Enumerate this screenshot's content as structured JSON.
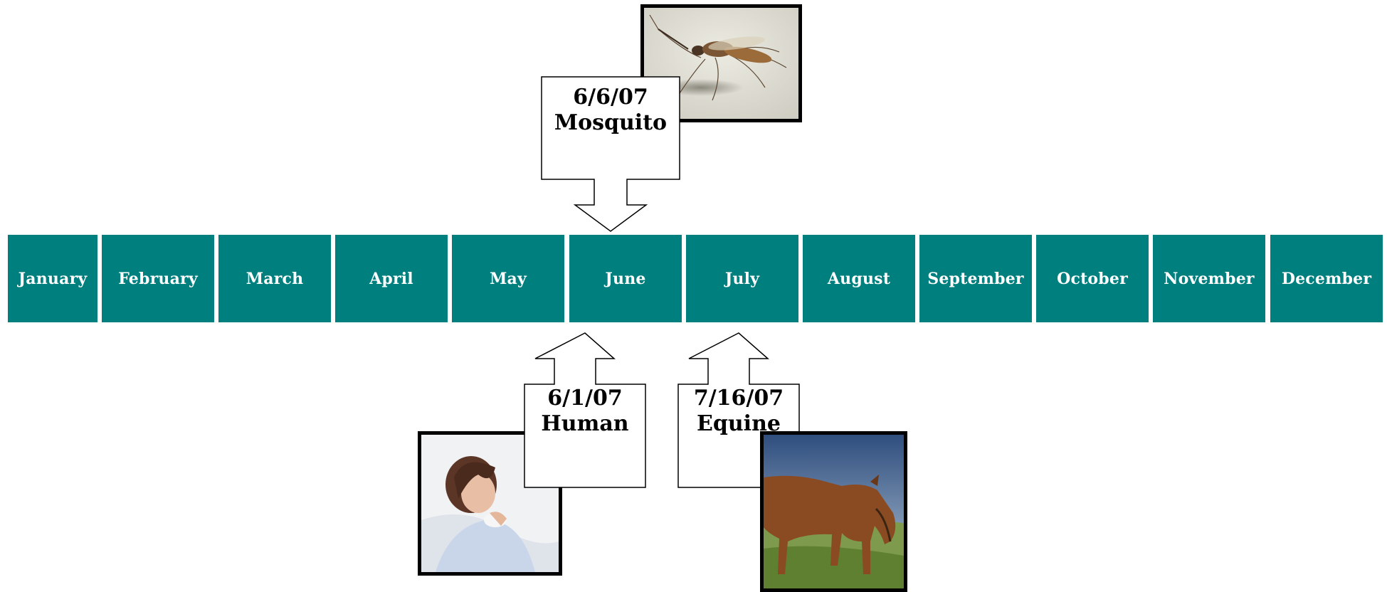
{
  "months": [
    "January",
    "February",
    "March",
    "April",
    "May",
    "June",
    "July",
    "August",
    "September",
    "October",
    "November",
    "December"
  ],
  "colors": {
    "month_fill": "#007f7f",
    "month_text": "#ffffff",
    "callout_fill": "#ffffff",
    "callout_stroke": "#000000",
    "photo_border": "#000000"
  },
  "events": {
    "mosquito": {
      "date": "6/6/07",
      "label": "Mosquito",
      "icon": "mosquito-photo"
    },
    "human": {
      "date": "6/1/07",
      "label": "Human",
      "icon": "sick-woman-photo"
    },
    "equine": {
      "date": "7/16/07",
      "label": "Equine",
      "icon": "grazing-horse-photo"
    }
  }
}
